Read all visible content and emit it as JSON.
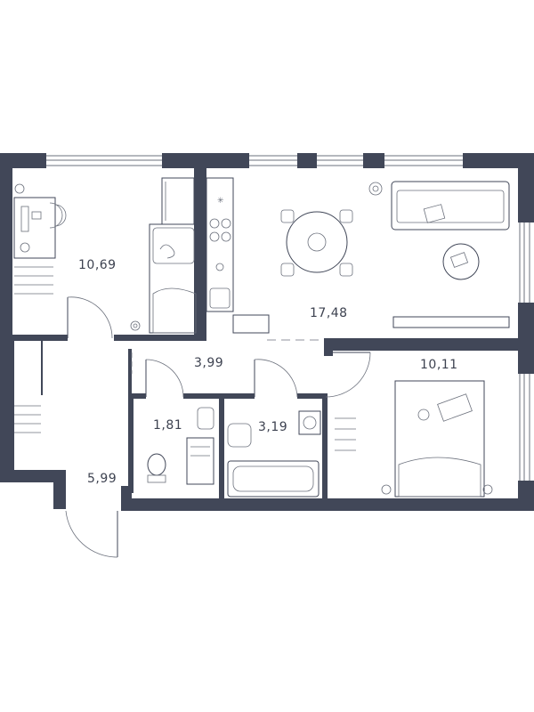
{
  "rooms": [
    {
      "id": "bedroom-left",
      "area": "10,69"
    },
    {
      "id": "living-kitchen",
      "area": "17,48"
    },
    {
      "id": "corridor",
      "area": "3,99"
    },
    {
      "id": "bedroom-right",
      "area": "10,11"
    },
    {
      "id": "toilet",
      "area": "1,81"
    },
    {
      "id": "bathroom",
      "area": "3,19"
    },
    {
      "id": "hallway",
      "area": "5,99"
    }
  ],
  "colors": {
    "wall": "#414758",
    "line": "#6b707c",
    "label": "#3d4250"
  },
  "icons": [
    "door-swing-icon",
    "window-icon",
    "bed-icon",
    "sofa-icon",
    "dining-table-icon",
    "stove-icon",
    "sink-icon",
    "toilet-icon",
    "bathtub-icon",
    "washing-machine-icon",
    "desk-icon",
    "radiator-icon",
    "plant-icon"
  ]
}
